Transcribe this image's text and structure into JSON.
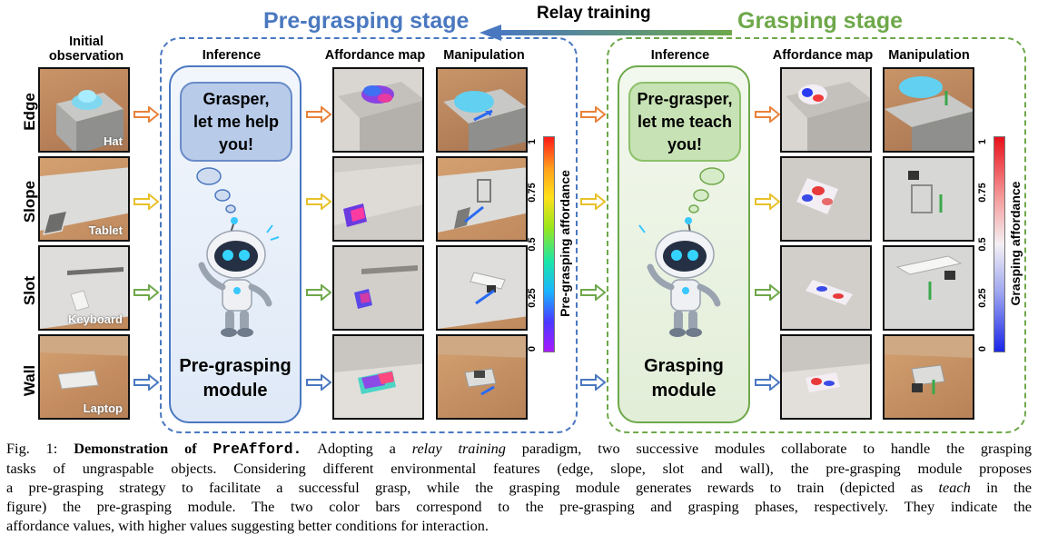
{
  "header": {
    "pre_stage_title": "Pre-grasping stage",
    "grasp_stage_title": "Grasping stage",
    "relay_label": "Relay training"
  },
  "columns": {
    "initial_observation": "Initial\nobservation",
    "inference": "Inference",
    "affordance_map": "Affordance map",
    "manipulation": "Manipulation"
  },
  "rows": [
    {
      "label": "Edge",
      "object": "Hat",
      "arrow_color": "#e8823a"
    },
    {
      "label": "Slope",
      "object": "Tablet",
      "arrow_color": "#e8c12a"
    },
    {
      "label": "Slot",
      "object": "Keyboard",
      "arrow_color": "#6ea84a"
    },
    {
      "label": "Wall",
      "object": "Laptop",
      "arrow_color": "#4a78c0"
    }
  ],
  "pre_module": {
    "bubble_text": "Grasper,\nlet me help\nyou!",
    "name": "Pre-grasping\nmodule"
  },
  "grasp_module": {
    "bubble_text": "Pre-grasper,\nlet me teach\nyou!",
    "name": "Grasping\nmodule"
  },
  "pre_colorbar": {
    "title": "Pre-grasping affordance",
    "ticks": [
      "1",
      "0.75",
      "0.5",
      "0.25",
      "0"
    ]
  },
  "grasp_colorbar": {
    "title": "Grasping affordance",
    "ticks": [
      "1",
      "0.75",
      "0.5",
      "0.25",
      "0"
    ]
  },
  "caption": {
    "fig_label": "Fig. 1:",
    "bold_title": "Demonstration of",
    "method_name": "PreAfford.",
    "line1_rest": "Adopting a",
    "relay_italic": "relay training",
    "line1_tail": "paradigm, two successive modules collaborate to handle the grasping",
    "line2": "tasks of ungraspable objects. Considering different environmental features (edge, slope, slot and wall), the pre-grasping module proposes",
    "line3_a": "a pre-grasping strategy to facilitate a successful grasp, while the grasping module generates rewards to train (depicted as",
    "teach_italic": "teach",
    "line3_b": "in the",
    "line4": "figure) the pre-grasping module. The two color bars correspond to the pre-grasping and grasping phases, respectively. They indicate the",
    "line5": "affordance values, with higher values suggesting better conditions for interaction."
  },
  "colors": {
    "pre_blue": "#4a78c0",
    "grasp_green": "#6ea84a",
    "pre_module_fill": "#e4ecf8",
    "grasp_module_fill": "#e3efd9"
  }
}
